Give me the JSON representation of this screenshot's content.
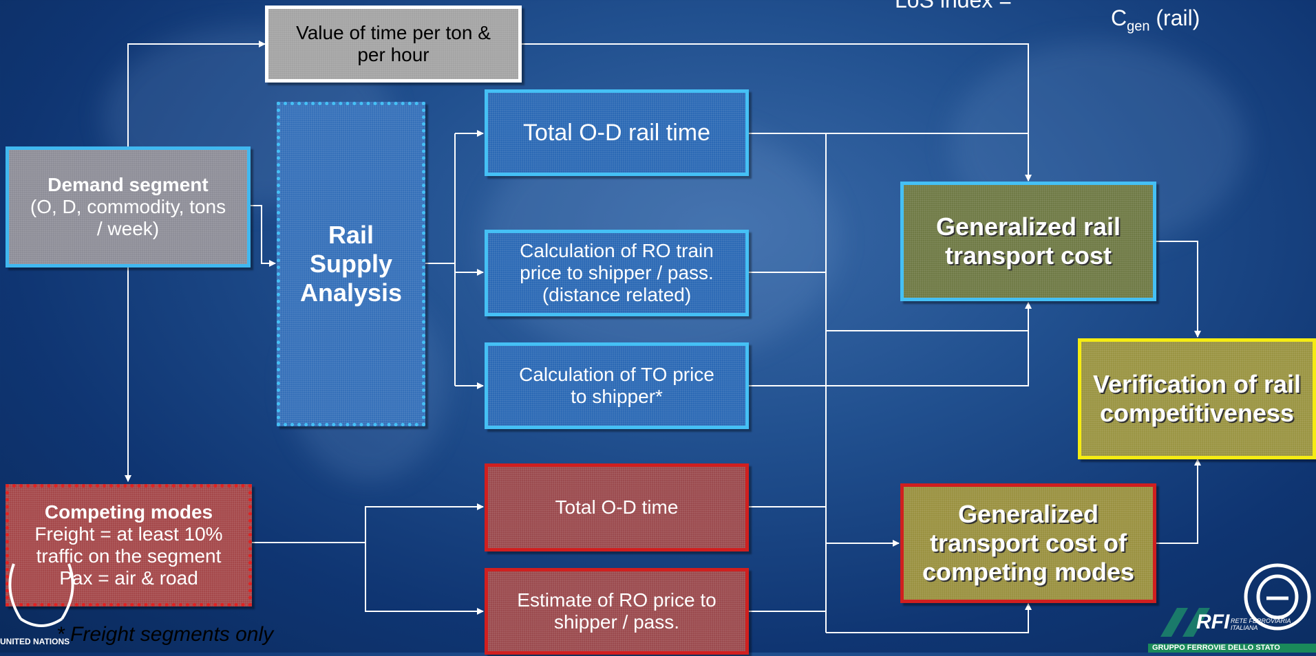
{
  "header": {
    "los_index": "LoS index =",
    "cgen_main": "C",
    "cgen_sub": "gen",
    "cgen_rest": " (rail)"
  },
  "boxes": {
    "value_of_time": [
      "Value of time per ton &",
      "per hour"
    ],
    "demand_segment": {
      "title": "Demand segment",
      "lines": [
        "(O, D, commodity, tons",
        "/ week)"
      ]
    },
    "rail_supply": [
      "Rail",
      "Supply",
      "Analysis"
    ],
    "total_od_rail_time": "Total O-D rail time",
    "ro_train_price": [
      "Calculation of RO train",
      "price to shipper / pass.",
      "(distance related)"
    ],
    "to_price": [
      "Calculation of TO price",
      "to shipper*"
    ],
    "competing_modes": {
      "title": "Competing modes",
      "lines": [
        "Freight = at least 10%",
        "traffic on the segment",
        "Pax = air & road"
      ]
    },
    "total_od_time": "Total O-D time",
    "ro_price_estimate": [
      "Estimate of RO price to",
      "shipper / pass."
    ],
    "gen_rail_cost": [
      "Generalized rail",
      "transport cost"
    ],
    "gen_competing_cost": [
      "Generalized",
      "transport cost of",
      "competing modes"
    ],
    "verification": [
      "Verification of rail",
      "competitiveness"
    ]
  },
  "footnote": "* Freight segments only",
  "logos": {
    "un_text": "UNITED NATIONS",
    "rfi_text": "RFI",
    "rfi_sub": "RETE FERROVIARIA ITALIANA",
    "rfi_group": "GRUPPO FERROVIE DELLO STATO"
  },
  "colors": {
    "background": "#21508f",
    "rail_border": "#45c0f5",
    "competing_border": "#d01f1f",
    "verification_border": "#f5ec12",
    "connector": "#ffffff"
  }
}
